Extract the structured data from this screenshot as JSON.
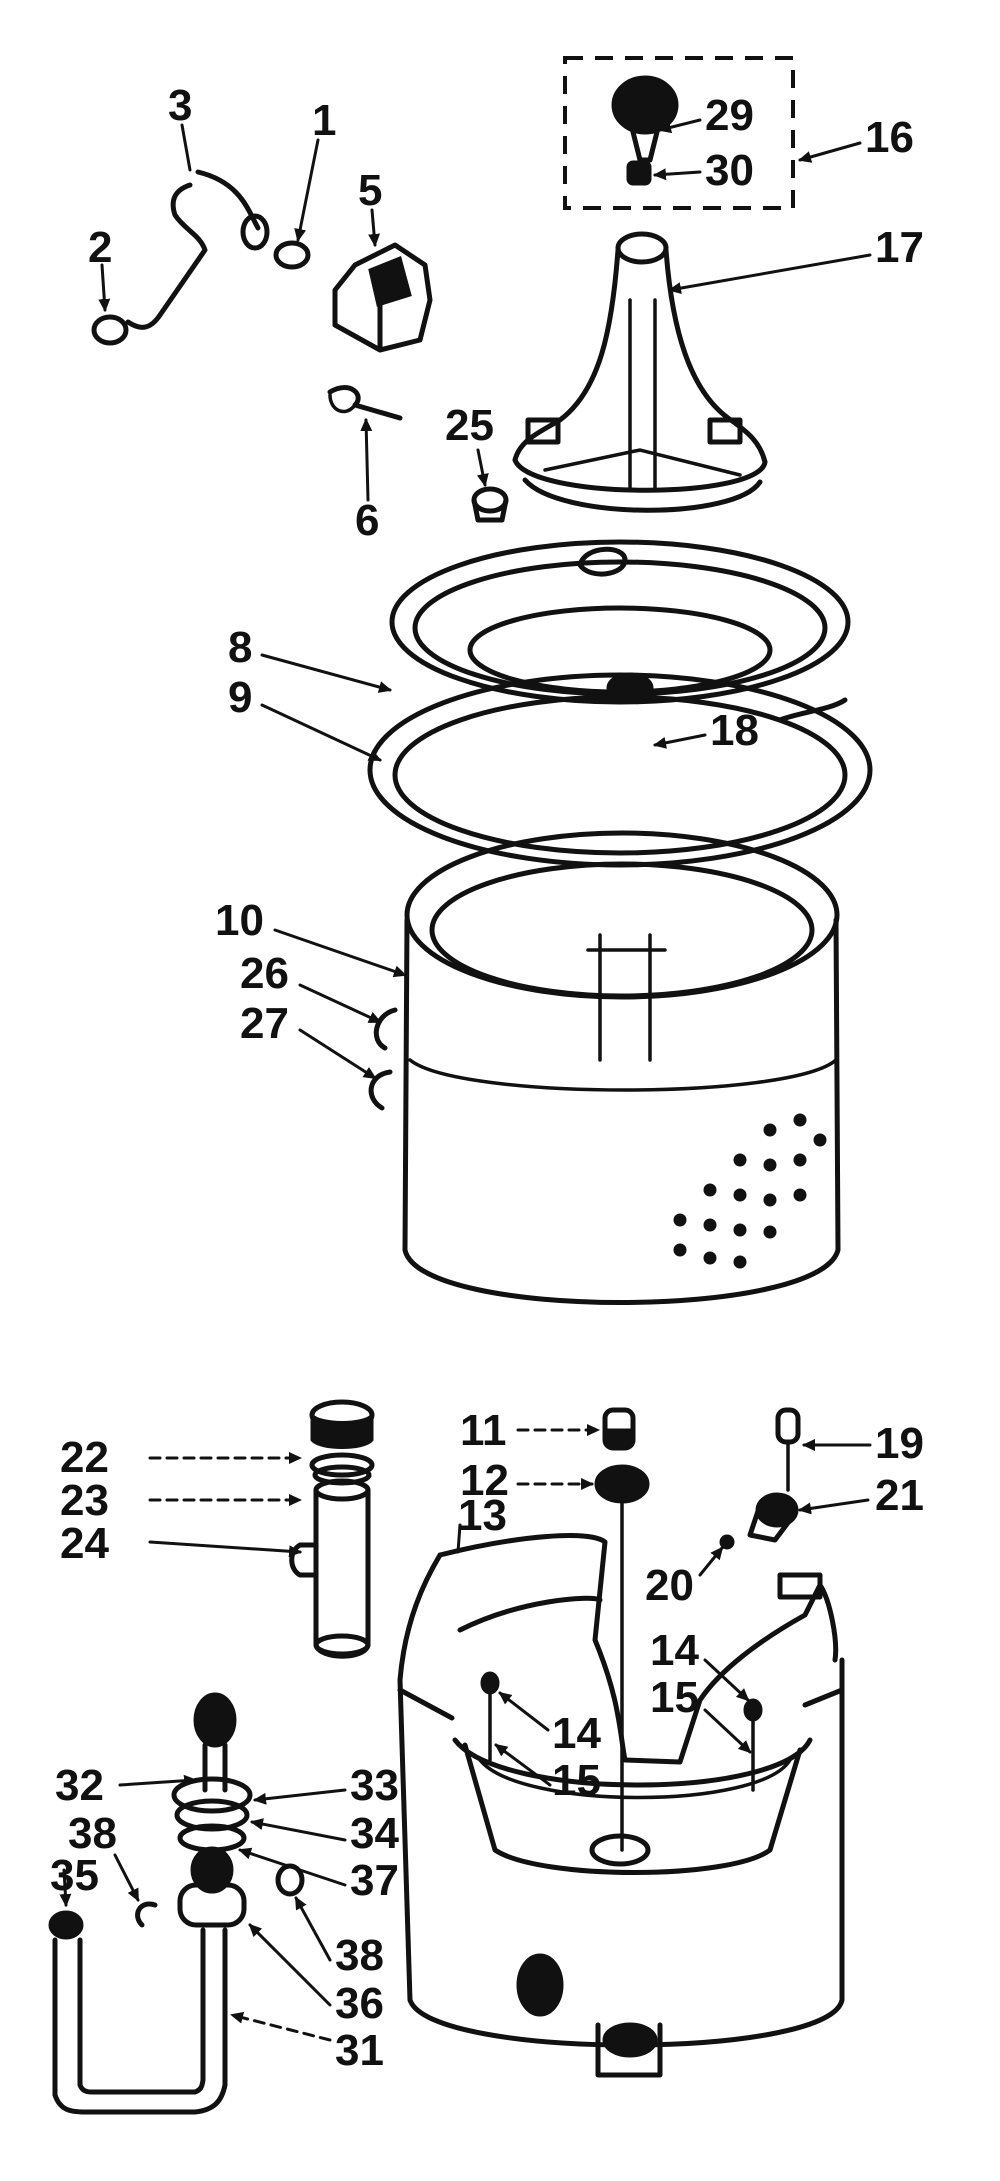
{
  "diagram": {
    "labels": {
      "p1": "1",
      "p2": "2",
      "p3": "3",
      "p5": "5",
      "p6": "6",
      "p8": "8",
      "p9": "9",
      "p10": "10",
      "p11": "11",
      "p12": "12",
      "p13": "13",
      "p14a": "14",
      "p14b": "14",
      "p15a": "15",
      "p15b": "15",
      "p16": "16",
      "p17": "17",
      "p18": "18",
      "p19": "19",
      "p20": "20",
      "p21": "21",
      "p22": "22",
      "p23": "23",
      "p24": "24",
      "p25": "25",
      "p26": "26",
      "p27": "27",
      "p29": "29",
      "p30": "30",
      "p31": "31",
      "p32": "32",
      "p33": "33",
      "p34": "34",
      "p35": "35",
      "p36": "36",
      "p37": "37",
      "p38a": "38",
      "p38b": "38"
    }
  }
}
